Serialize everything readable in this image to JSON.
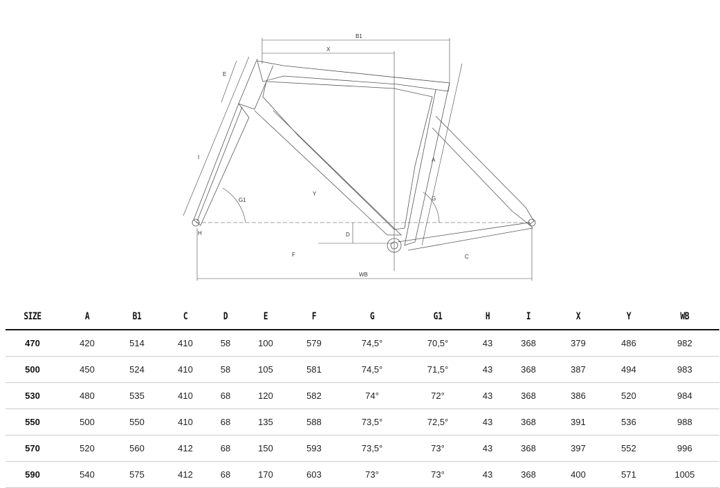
{
  "diagram": {
    "labels": {
      "B1": "B1",
      "X": "X",
      "E": "E",
      "I": "I",
      "G1": "G1",
      "H": "H",
      "Y": "Y",
      "D": "D",
      "F": "F",
      "WB": "WB",
      "A": "A",
      "G": "G",
      "C": "C"
    }
  },
  "table": {
    "headers": [
      "SIZE",
      "A",
      "B1",
      "C",
      "D",
      "E",
      "F",
      "G",
      "G1",
      "H",
      "I",
      "X",
      "Y",
      "WB"
    ],
    "rows": [
      [
        "470",
        "420",
        "514",
        "410",
        "58",
        "100",
        "579",
        "74,5°",
        "70,5°",
        "43",
        "368",
        "379",
        "486",
        "982"
      ],
      [
        "500",
        "450",
        "524",
        "410",
        "58",
        "105",
        "581",
        "74,5°",
        "71,5°",
        "43",
        "368",
        "387",
        "494",
        "983"
      ],
      [
        "530",
        "480",
        "535",
        "410",
        "68",
        "120",
        "582",
        "74°",
        "72°",
        "43",
        "368",
        "386",
        "520",
        "984"
      ],
      [
        "550",
        "500",
        "550",
        "410",
        "68",
        "135",
        "588",
        "73,5°",
        "72,5°",
        "43",
        "368",
        "391",
        "536",
        "988"
      ],
      [
        "570",
        "520",
        "560",
        "412",
        "68",
        "150",
        "593",
        "73,5°",
        "73°",
        "43",
        "368",
        "397",
        "552",
        "996"
      ],
      [
        "590",
        "540",
        "575",
        "412",
        "68",
        "170",
        "603",
        "73°",
        "73°",
        "43",
        "368",
        "400",
        "571",
        "1005"
      ]
    ]
  }
}
